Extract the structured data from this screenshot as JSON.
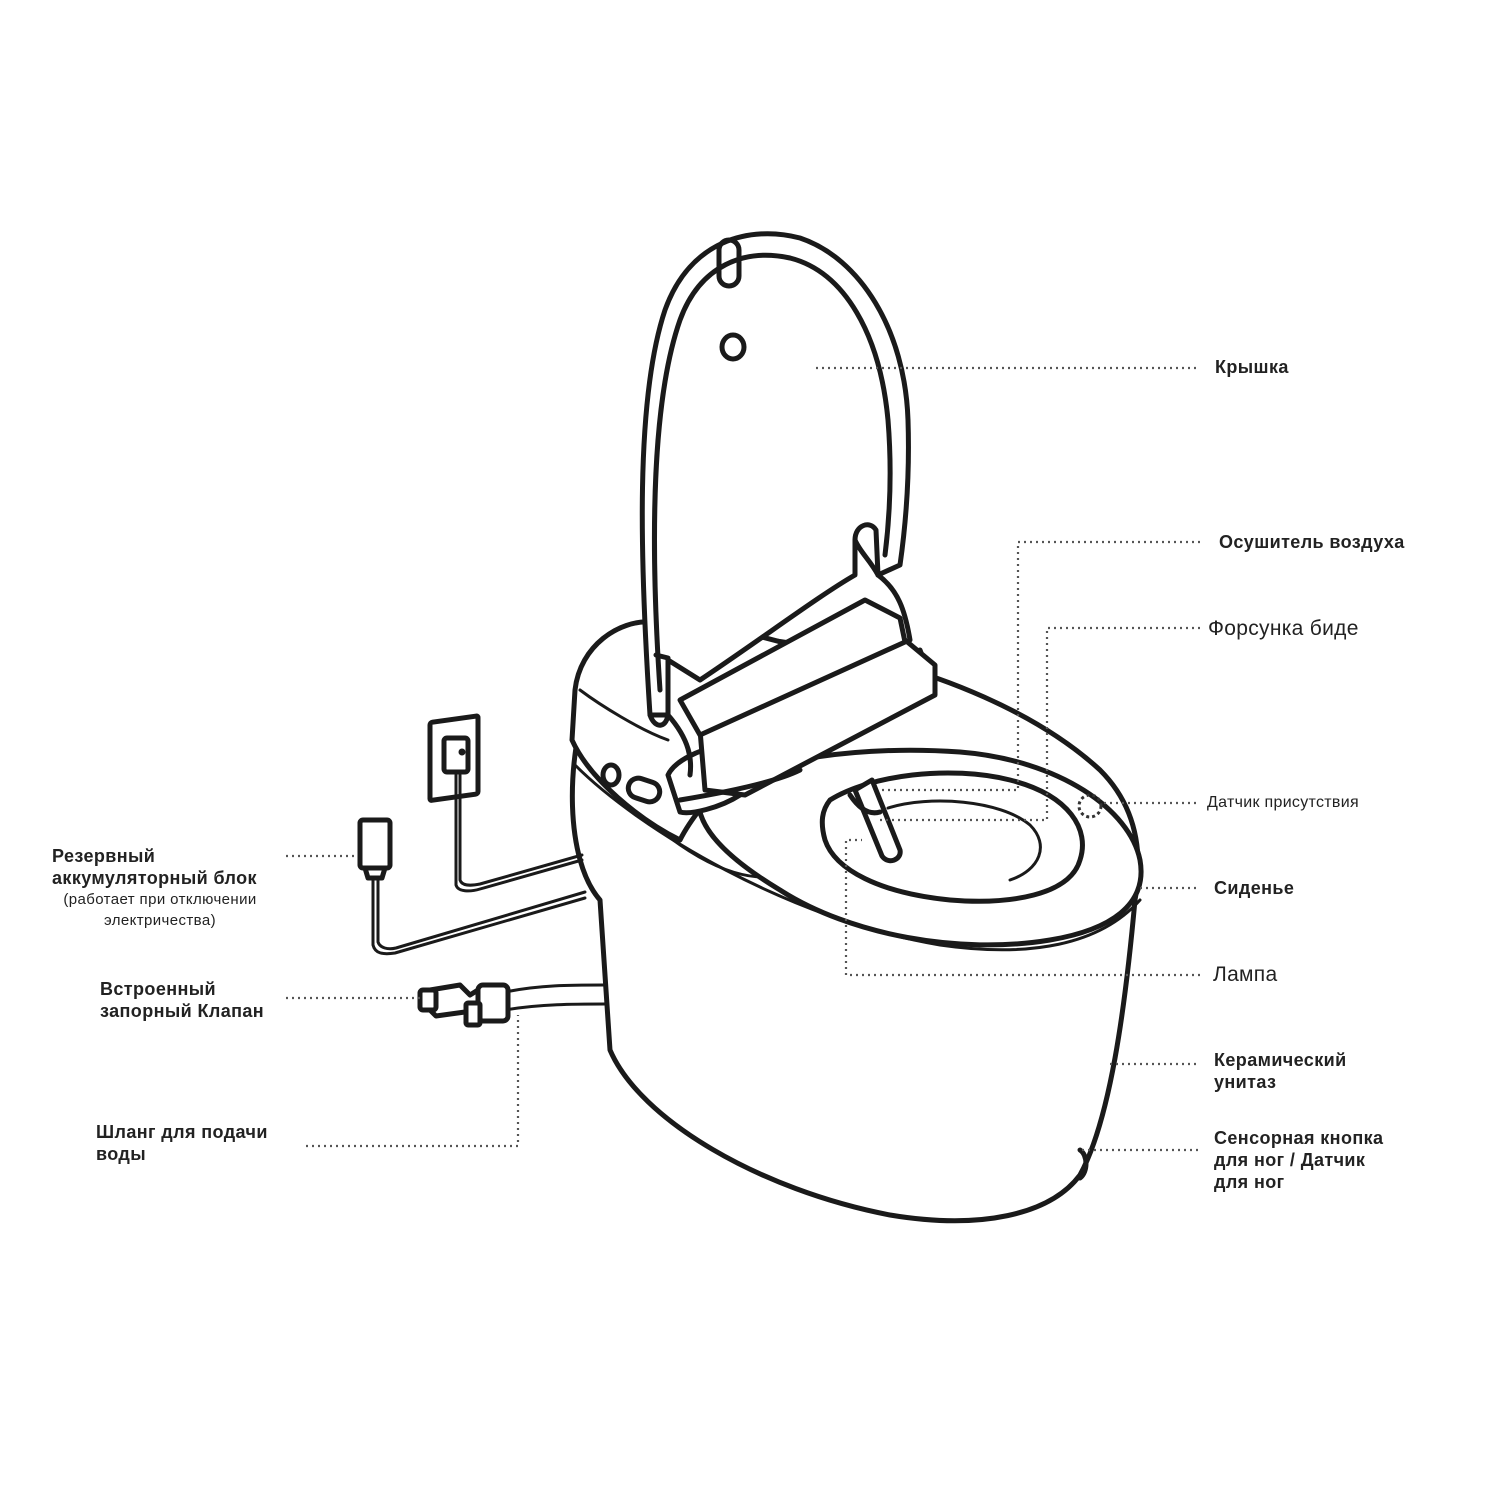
{
  "labels": {
    "lid": "Крышка",
    "air_dryer": "Осушитель воздуха",
    "bidet_nozzle": "Форсунка биде",
    "presence_sensor": "Датчик присутствия",
    "seat": "Сиденье",
    "lamp": "Лампа",
    "ceramic_bowl": [
      "Керамический",
      "унитаз"
    ],
    "foot_sensor": [
      "Сенсорная кнопка",
      "для ног / Датчик",
      "для ног"
    ],
    "backup_battery": [
      "Резервный",
      "аккумуляторный блок",
      "(работает при отключении",
      "электричества)"
    ],
    "shutoff_valve": [
      "Встроенный",
      "запорный Клапан"
    ],
    "water_hose": [
      "Шланг для подачи",
      "воды"
    ]
  }
}
